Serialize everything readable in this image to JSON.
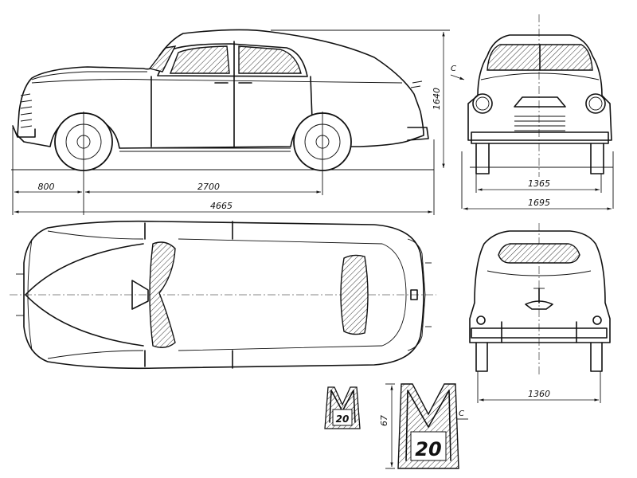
{
  "dimensions": {
    "front_overhang": "800",
    "wheelbase": "2700",
    "overall_length": "4665",
    "height": "1640",
    "front_track": "1365",
    "overall_width": "1695",
    "rear_track": "1360",
    "emblem_height": "67"
  },
  "labels": {
    "section_marker_front": "C",
    "section_marker_emblem": "C",
    "emblem_small_text": "20",
    "emblem_large_text": "20",
    "emblem_small_letter": "M",
    "emblem_large_letter": "M"
  },
  "colors": {
    "ink": "#111111",
    "paper": "#ffffff"
  }
}
